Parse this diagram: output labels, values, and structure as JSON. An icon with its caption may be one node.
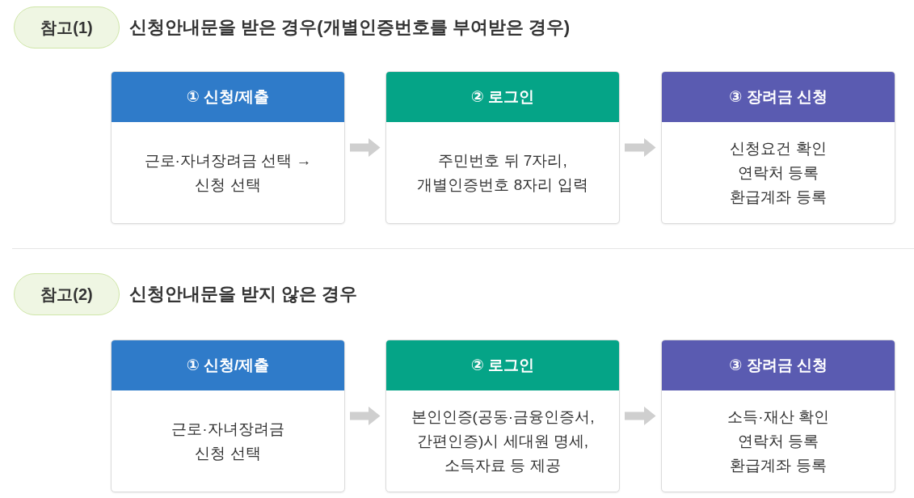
{
  "diagram": {
    "nodes": [
      {
        "text": [
          "참고(1)"
        ],
        "beside": [
          "신청안내문을 받은 경우(개별인증번호를 부여받은 경우)"
        ]
      },
      {
        "text": [
          "① 신청/제출",
          "근로·자녀장려금 선택 → 신청 선택"
        ]
      },
      {
        "text": [
          "② 로그인",
          "주민번호 뒤 7자리, 개별인증번호 8자리 입력"
        ]
      },
      {
        "text": [
          "③ 장려금 신청",
          "신청요건 확인 연락처 등록 환급계좌 등록"
        ]
      },
      {
        "text": [
          "참고(2)"
        ],
        "beside": [
          "신청안내문을 받지 않은 경우"
        ]
      },
      {
        "text": [
          "① 신청/제출",
          "근로·자녀장려금 신청 선택"
        ]
      },
      {
        "text": [
          "② 로그인",
          "본인인증(공동·금융인증서, 간편인증)시 세대원 명세, 소득자료 등 제공"
        ]
      },
      {
        "text": [
          "③ 장려금 신청",
          "소득·재산 확인 연락처 등록 환급계좌 등록"
        ]
      }
    ],
    "edges": [
      {
        "from": 1,
        "to": 2,
        "arrow": "to"
      },
      {
        "from": 2,
        "to": 3,
        "arrow": "to"
      },
      {
        "from": 5,
        "to": 6,
        "arrow": "to"
      },
      {
        "from": 6,
        "to": 7,
        "arrow": "to"
      }
    ]
  }
}
